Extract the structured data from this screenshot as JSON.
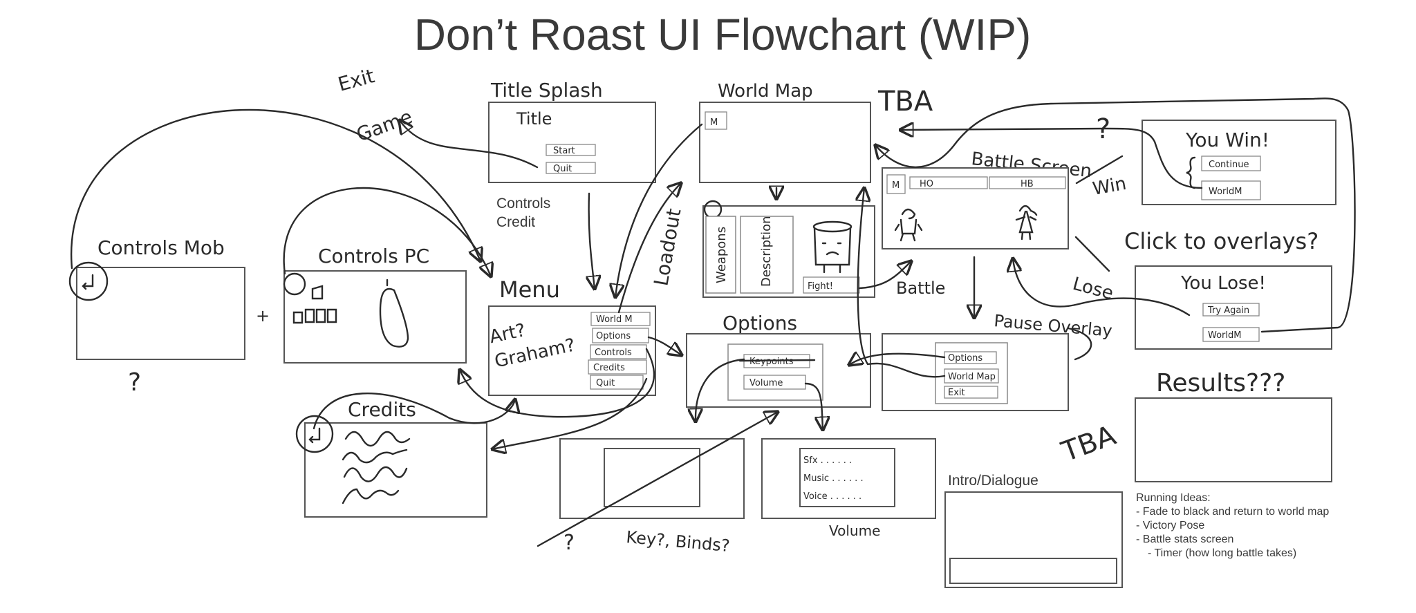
{
  "title": "Don’t Roast UI Flowchart (WIP)",
  "screens": {
    "title_splash": {
      "label": "Title Splash",
      "heading": "Title",
      "buttons": [
        "Start",
        "Quit"
      ]
    },
    "world_map": {
      "label": "World Map",
      "icon_label": "M"
    },
    "loadout": {
      "label": "Loadout",
      "panels": [
        "Weapons",
        "Description"
      ],
      "fight_button": "Fight!"
    },
    "battle_screen": {
      "label": "Battle Screen",
      "icon_label": "M",
      "bars": [
        "HO",
        "HB"
      ]
    },
    "you_win": {
      "heading": "You Win!",
      "buttons": [
        "Continue",
        "WorldM"
      ]
    },
    "you_lose": {
      "heading": "You Lose!",
      "buttons": [
        "Try Again",
        "WorldM"
      ]
    },
    "results": {
      "label": "Results???"
    },
    "menu": {
      "label": "Menu",
      "note": "Art? Graham?",
      "buttons": [
        "World M",
        "Options",
        "Controls",
        "Credits",
        "Quit"
      ]
    },
    "options": {
      "label": "Options",
      "buttons": [
        "Keypoints",
        "Volume"
      ]
    },
    "pause_overlay": {
      "label": "Pause Overlay",
      "buttons": [
        "Options",
        "World Map",
        "Exit"
      ]
    },
    "keybinds": {
      "label": "Key?, Binds?"
    },
    "volume": {
      "label": "Volume",
      "rows": [
        "Sfx . . . . . .",
        "Music . . . . . .",
        "Voice . . . . . ."
      ]
    },
    "controls_mob": {
      "label": "Controls Mob"
    },
    "controls_pc": {
      "label": "Controls PC"
    },
    "credits": {
      "label": "Credits"
    },
    "intro_dialogue": {
      "label": "Intro/Dialogue"
    }
  },
  "annotations": {
    "exit_game": [
      "Exit",
      "Game"
    ],
    "controls_credit": [
      "Controls",
      "Credit"
    ],
    "tba_top": "TBA",
    "tba_bottom": "TBA",
    "win": "Win",
    "lose": "Lose",
    "battle": "Battle",
    "question_top": "?",
    "question_left": "?",
    "question_bottom": "?",
    "plus": "+",
    "click_overlays": "Click to overlays?"
  },
  "running_ideas": {
    "heading": "Running Ideas:",
    "items": [
      "- Fade to black and return to world map",
      "- Victory Pose",
      "- Battle stats screen",
      "- Timer (how long battle takes)"
    ]
  }
}
